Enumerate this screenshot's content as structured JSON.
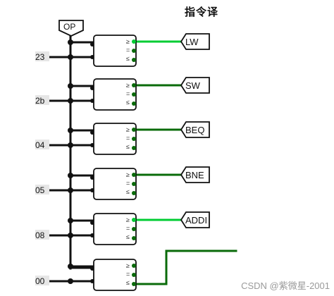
{
  "title": "指令译",
  "op_label": "OP",
  "comparators": [
    {
      "constant": "23",
      "op": "≥\n=\n≤",
      "output": "LW",
      "active": true
    },
    {
      "constant": "2b",
      "op": "≥\n=\n≤",
      "output": "SW",
      "active": false
    },
    {
      "constant": "04",
      "op": "≥\n=\n≤",
      "output": "BEQ",
      "active": false
    },
    {
      "constant": "05",
      "op": "≥\n=\n≤",
      "output": "BNE",
      "active": false
    },
    {
      "constant": "08",
      "op": "≥\n=\n≤",
      "output": "ADDI",
      "active": true
    },
    {
      "constant": "00",
      "op": "≥\n=\n≤",
      "output": "",
      "active": false
    }
  ],
  "colors": {
    "wire": "#111111",
    "active": "#00cc33",
    "inactive": "#0a6b0a",
    "tunnel_fill": "#ffffff",
    "const_bg": "#e6e6e6"
  },
  "watermark": "CSDN @紫微星-2001"
}
